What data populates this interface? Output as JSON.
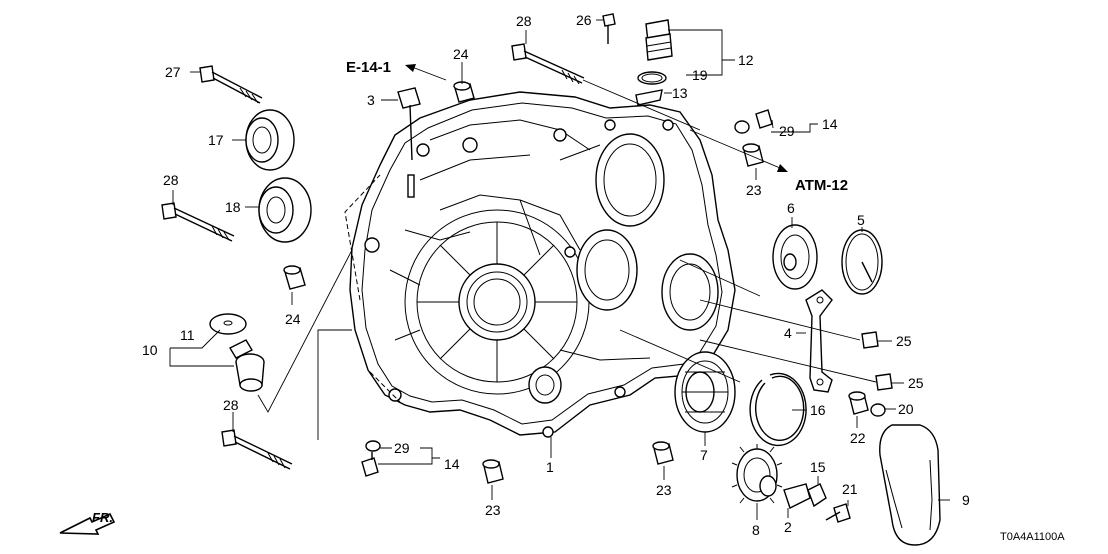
{
  "callouts": {
    "n1": "1",
    "n2": "2",
    "n3": "3",
    "n4": "4",
    "n5": "5",
    "n6": "6",
    "n7": "7",
    "n8": "8",
    "n9": "9",
    "n10": "10",
    "n11": "11",
    "n12": "12",
    "n13": "13",
    "n14a": "14",
    "n14b": "14",
    "n15": "15",
    "n16": "16",
    "n17": "17",
    "n18": "18",
    "n19": "19",
    "n20": "20",
    "n21": "21",
    "n22": "22",
    "n23a": "23",
    "n23b": "23",
    "n23c": "23",
    "n24a": "24",
    "n24b": "24",
    "n25a": "25",
    "n25b": "25",
    "n26": "26",
    "n27": "27",
    "n28a": "28",
    "n28b": "28",
    "n28c": "28",
    "n29a": "29",
    "n29b": "29"
  },
  "references": {
    "e14": "E-14-1",
    "atm12": "ATM-12"
  },
  "direction_label": "FR.",
  "diagram_code": "T0A4A1100A"
}
